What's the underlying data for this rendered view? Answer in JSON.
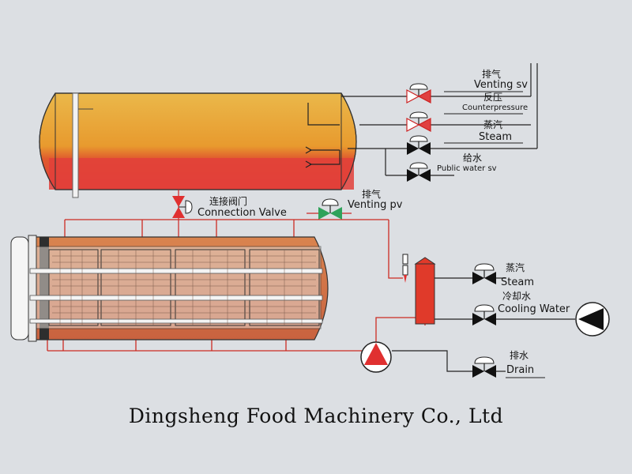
{
  "valves": {
    "venting_sv": {
      "zh": "排气",
      "en": "Venting sv"
    },
    "counterpressure": {
      "zh": "反压",
      "en": "Counterpressure"
    },
    "steam_top": {
      "zh": "蒸汽",
      "en": "Steam"
    },
    "public_water": {
      "zh": "给水",
      "en": "Public water sv"
    },
    "connection": {
      "zh": "连接阀门",
      "en": "Connection Valve"
    },
    "venting_pv": {
      "zh": "排气",
      "en": "Venting pv"
    },
    "steam_right": {
      "zh": "蒸汽",
      "en": "Steam"
    },
    "cooling_water": {
      "zh": "冷却水",
      "en": "Cooling Water"
    },
    "drain": {
      "zh": "排水",
      "en": "Drain"
    }
  },
  "footer": {
    "company": "Dingsheng Food Machinery Co., Ltd"
  },
  "colors": {
    "tank_top": "#e8b23a",
    "tank_bottom": "#e3403a",
    "vessel_fill": "#d87e55",
    "pipe_red": "#cc2b22",
    "valve_green": "#2fa25a",
    "line_dark": "#1a1a1a"
  }
}
